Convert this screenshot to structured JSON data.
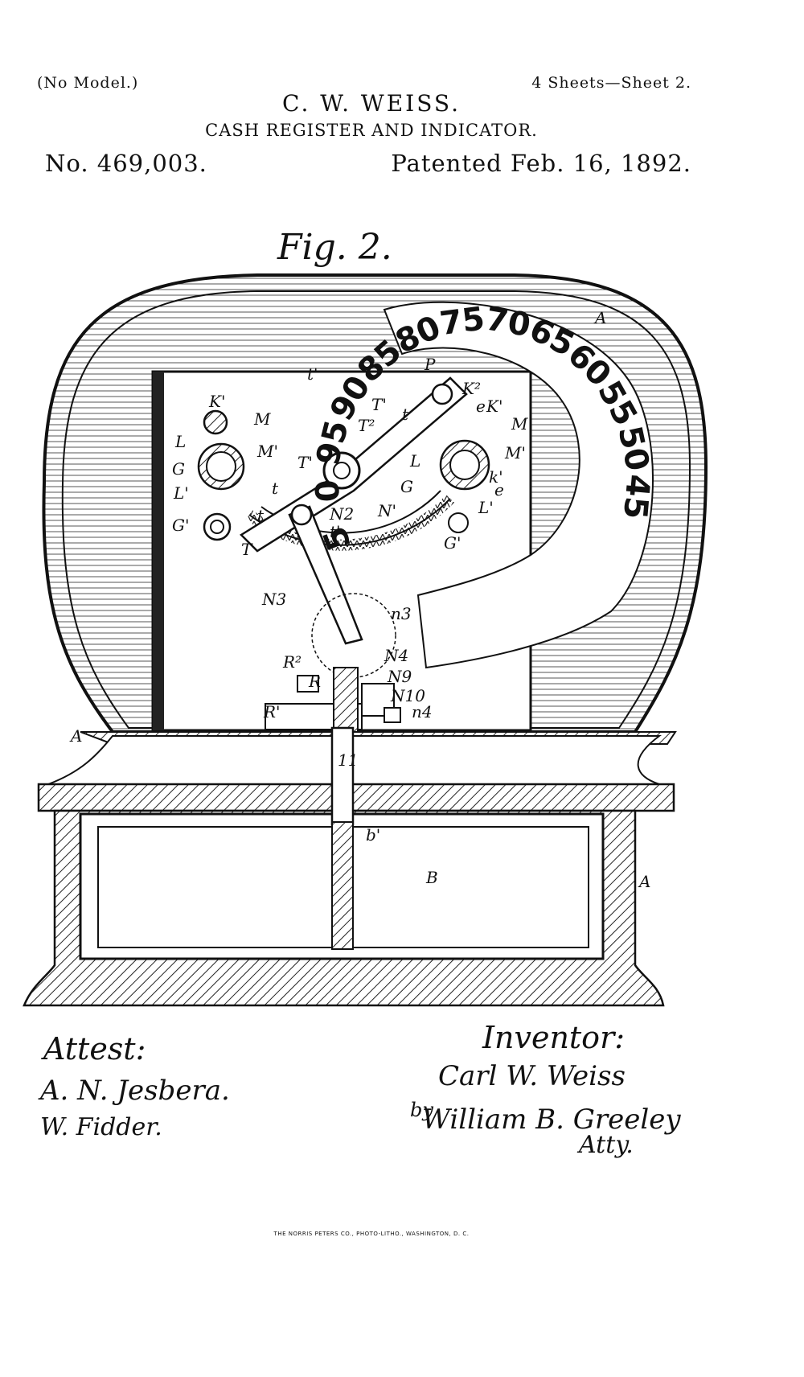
{
  "header": {
    "no_model": "(No Model.)",
    "sheets": "4 Sheets—Sheet 2.",
    "inventor_name": "C. W. WEISS.",
    "title": "CASH REGISTER AND INDICATOR.",
    "patent_number": "No. 469,003.",
    "patent_date": "Patented Feb. 16, 1892."
  },
  "figure": {
    "label": "Fig. 2.",
    "dial_numbers": [
      "5",
      "0",
      "95",
      "90",
      "85",
      "80",
      "75",
      "70",
      "65",
      "60",
      "55",
      "50",
      "45"
    ],
    "reference_letters": {
      "A_top": "A",
      "A_left": "A",
      "A_right": "A",
      "B": "B",
      "b1": "b'",
      "P": "P",
      "K2": "K²",
      "K1_left": "K'",
      "K1_right": "K'",
      "M_left": "M",
      "M_right": "M",
      "M1_left": "M'",
      "M1_right": "M'",
      "L_left": "L",
      "L_right": "L",
      "L1_left": "L'",
      "L1_right": "L'",
      "G_left": "G",
      "G_right": "G",
      "G1_left": "G'",
      "G1_right": "G'",
      "T": "T",
      "T1_a": "T'",
      "T1_b": "T'",
      "T2": "T²",
      "t_top": "t'",
      "t_mid": "t'",
      "t_a": "t",
      "t_b": "t",
      "t_c": "t",
      "e_a": "e",
      "e_b": "e",
      "k1": "k'",
      "N1": "N'",
      "N2": "N2",
      "N3": "N3",
      "n3": "n3",
      "N4": "N4",
      "N9": "N9",
      "N10": "N10",
      "n4": "n4",
      "R": "R",
      "R1": "R'",
      "R2": "R²",
      "eleven": "11"
    }
  },
  "signatures": {
    "attest_label": "Attest:",
    "witness_1": "A. N. Jesbera.",
    "witness_2": "W. Fidder.",
    "inventor_label": "Inventor:",
    "inventor_signature": "Carl W. Weiss",
    "by_label": "by",
    "attorney_signature": "William B. Greeley",
    "attorney_label": "Atty."
  },
  "footer": {
    "printer": "THE NORRIS PETERS CO., PHOTO-LITHO., WASHINGTON, D. C."
  }
}
